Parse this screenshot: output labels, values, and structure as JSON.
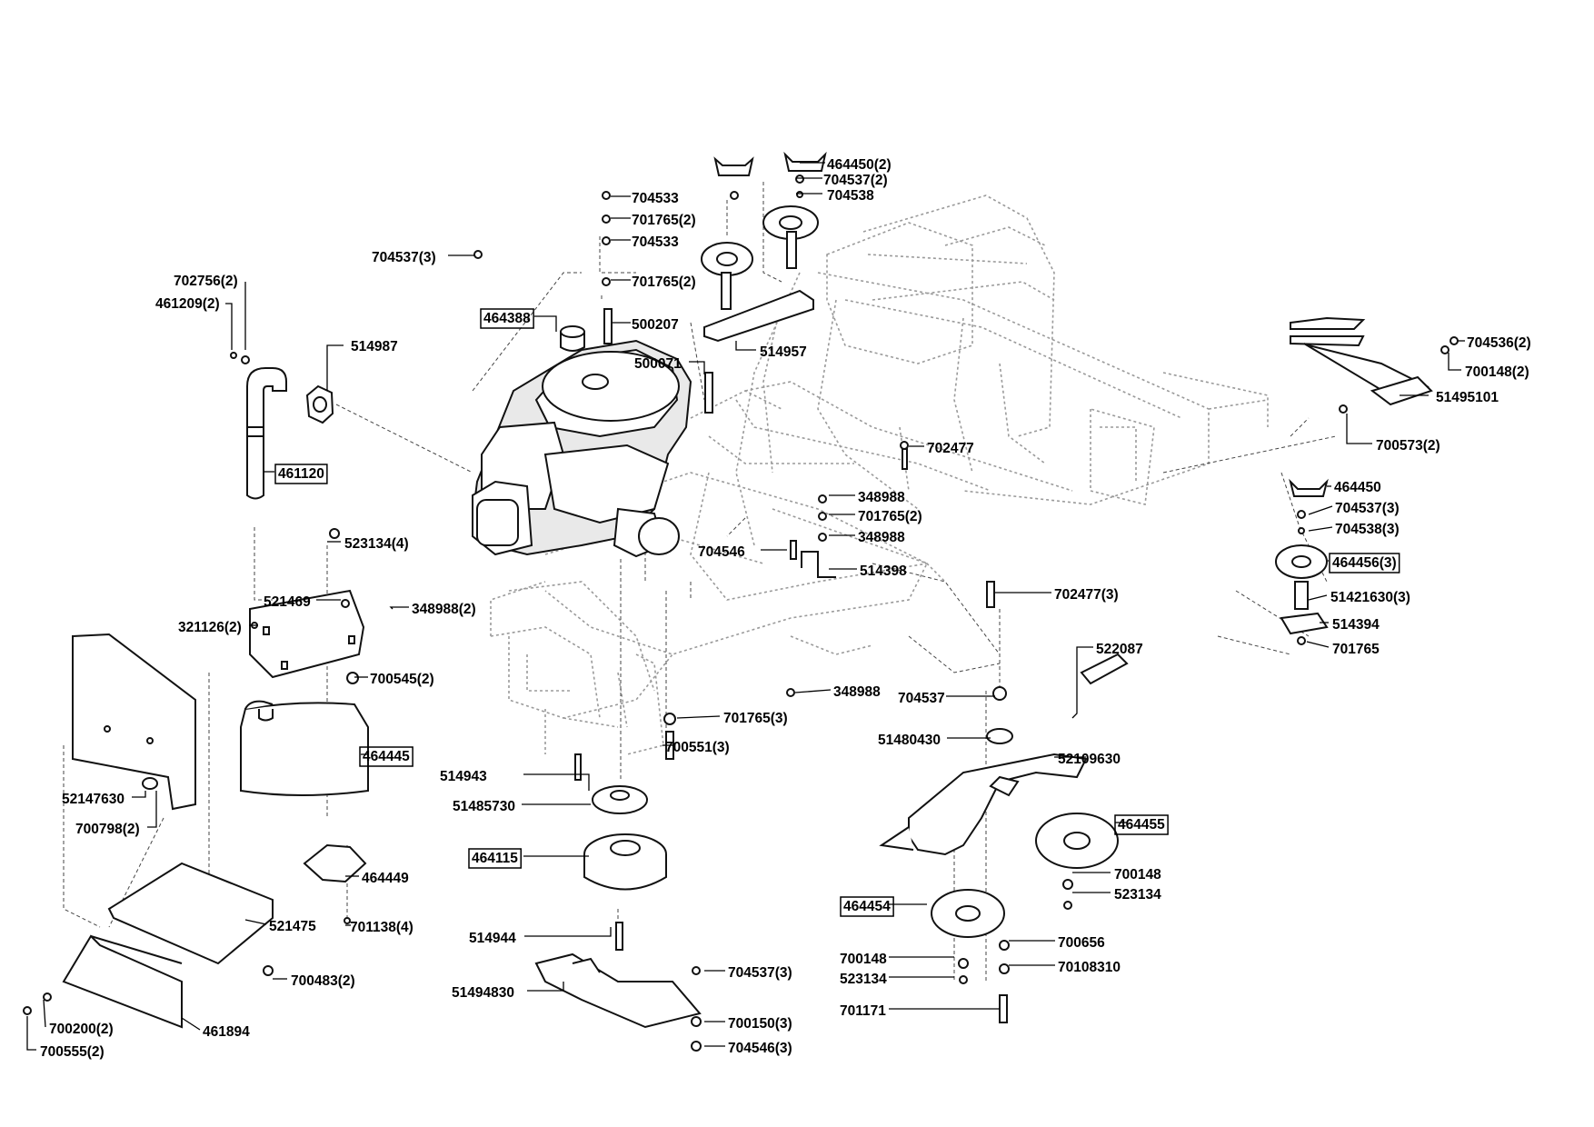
{
  "title": "",
  "parts": [
    {
      "no": "464450(2)"
    },
    {
      "no": "704537(2)"
    },
    {
      "no": "704538"
    },
    {
      "no": "704533"
    },
    {
      "no": "701765(2)"
    },
    {
      "no": "704533"
    },
    {
      "no": "701765(2)"
    },
    {
      "no": "704537(3)"
    },
    {
      "no": "702756(2)"
    },
    {
      "no": "461209(2)"
    },
    {
      "no": "464388",
      "boxed": true
    },
    {
      "no": "500207"
    },
    {
      "no": "514957"
    },
    {
      "no": "500071"
    },
    {
      "no": "514987"
    },
    {
      "no": "461120",
      "boxed": true
    },
    {
      "no": "704536(2)"
    },
    {
      "no": "700148(2)"
    },
    {
      "no": "51495101"
    },
    {
      "no": "700573(2)"
    },
    {
      "no": "702477"
    },
    {
      "no": "348988"
    },
    {
      "no": "701765(2)"
    },
    {
      "no": "348988"
    },
    {
      "no": "514398"
    },
    {
      "no": "704546"
    },
    {
      "no": "464450"
    },
    {
      "no": "704537(3)"
    },
    {
      "no": "704538(3)"
    },
    {
      "no": "464456(3)",
      "boxed": true
    },
    {
      "no": "51421630(3)"
    },
    {
      "no": "514394"
    },
    {
      "no": "701765"
    },
    {
      "no": "523134(4)"
    },
    {
      "no": "521469"
    },
    {
      "no": "348988(2)"
    },
    {
      "no": "321126(2)"
    },
    {
      "no": "700545(2)"
    },
    {
      "no": "702477(3)"
    },
    {
      "no": "522087"
    },
    {
      "no": "348988"
    },
    {
      "no": "704537"
    },
    {
      "no": "701765(3)"
    },
    {
      "no": "700551(3)"
    },
    {
      "no": "51480430"
    },
    {
      "no": "52109630"
    },
    {
      "no": "464445",
      "boxed": true
    },
    {
      "no": "514943"
    },
    {
      "no": "51485730"
    },
    {
      "no": "52147630"
    },
    {
      "no": "700798(2)"
    },
    {
      "no": "464455",
      "boxed": true
    },
    {
      "no": "464115",
      "boxed": true
    },
    {
      "no": "700148"
    },
    {
      "no": "523134"
    },
    {
      "no": "464449"
    },
    {
      "no": "464454",
      "boxed": true
    },
    {
      "no": "521475"
    },
    {
      "no": "701138(4)"
    },
    {
      "no": "514944"
    },
    {
      "no": "700656"
    },
    {
      "no": "700148"
    },
    {
      "no": "70108310"
    },
    {
      "no": "523134"
    },
    {
      "no": "704537(3)"
    },
    {
      "no": "700483(2)"
    },
    {
      "no": "51494830"
    },
    {
      "no": "461894"
    },
    {
      "no": "701171"
    },
    {
      "no": "700150(3)"
    },
    {
      "no": "700200(2)"
    },
    {
      "no": "704546(3)"
    },
    {
      "no": "700555(2)"
    }
  ]
}
